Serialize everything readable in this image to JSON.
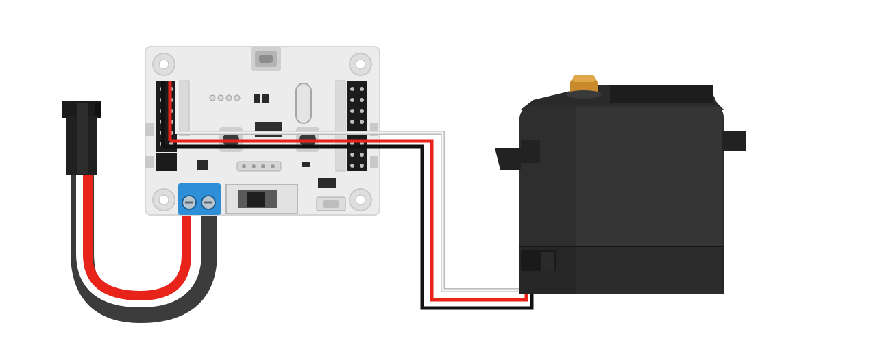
{
  "diagram": {
    "components": [
      {
        "id": "power-connector",
        "icon": "two-pin-power-plug"
      },
      {
        "id": "servo-controller-board",
        "icon": "pcb-board"
      },
      {
        "id": "servo-motor",
        "icon": "servo-motor"
      }
    ],
    "wires": {
      "power": [
        "red",
        "black"
      ],
      "servo": [
        "white",
        "red",
        "black"
      ]
    },
    "colors": {
      "background": "#ffffff",
      "board": "#ececec",
      "board_edge": "#cfcfcf",
      "terminal_block": "#2e8fd6",
      "header_black": "#1c1c1c",
      "servo_body": "#2b2b2b",
      "servo_dark": "#1e1e1e",
      "gear": "#c98a2c",
      "wire_red": "#e8231a",
      "wire_black": "#111111",
      "wire_white": "#f2f2f2",
      "cable_gray": "#3c3c3c"
    }
  }
}
